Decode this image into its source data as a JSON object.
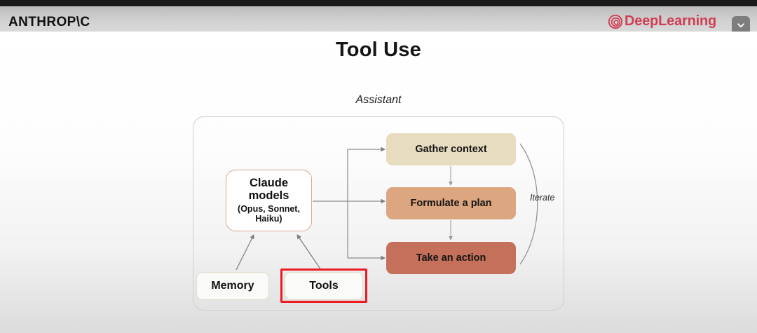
{
  "window": {
    "brand": "ANTHROP\\C",
    "logo_text": "DeepLearning",
    "logo_color": "#cf3f55",
    "spiral_icon": "spiral-icon",
    "chevron_icon": "chevron-down-icon"
  },
  "slide": {
    "title": "Tool Use",
    "assistant_label": "Assistant",
    "iterate_label": "Iterate",
    "claude": {
      "line1": "Claude",
      "line2": "models",
      "sub": "(Opus, Sonnet, Haiku)"
    },
    "steps": [
      {
        "label": "Gather context",
        "color": "#e8dcc0"
      },
      {
        "label": "Formulate a plan",
        "color": "#dca680"
      },
      {
        "label": "Take an action",
        "color": "#c4705a"
      }
    ],
    "resources": [
      {
        "label": "Memory",
        "highlighted": false
      },
      {
        "label": "Tools",
        "highlighted": true
      }
    ],
    "highlight_color": "#ed1c24"
  }
}
